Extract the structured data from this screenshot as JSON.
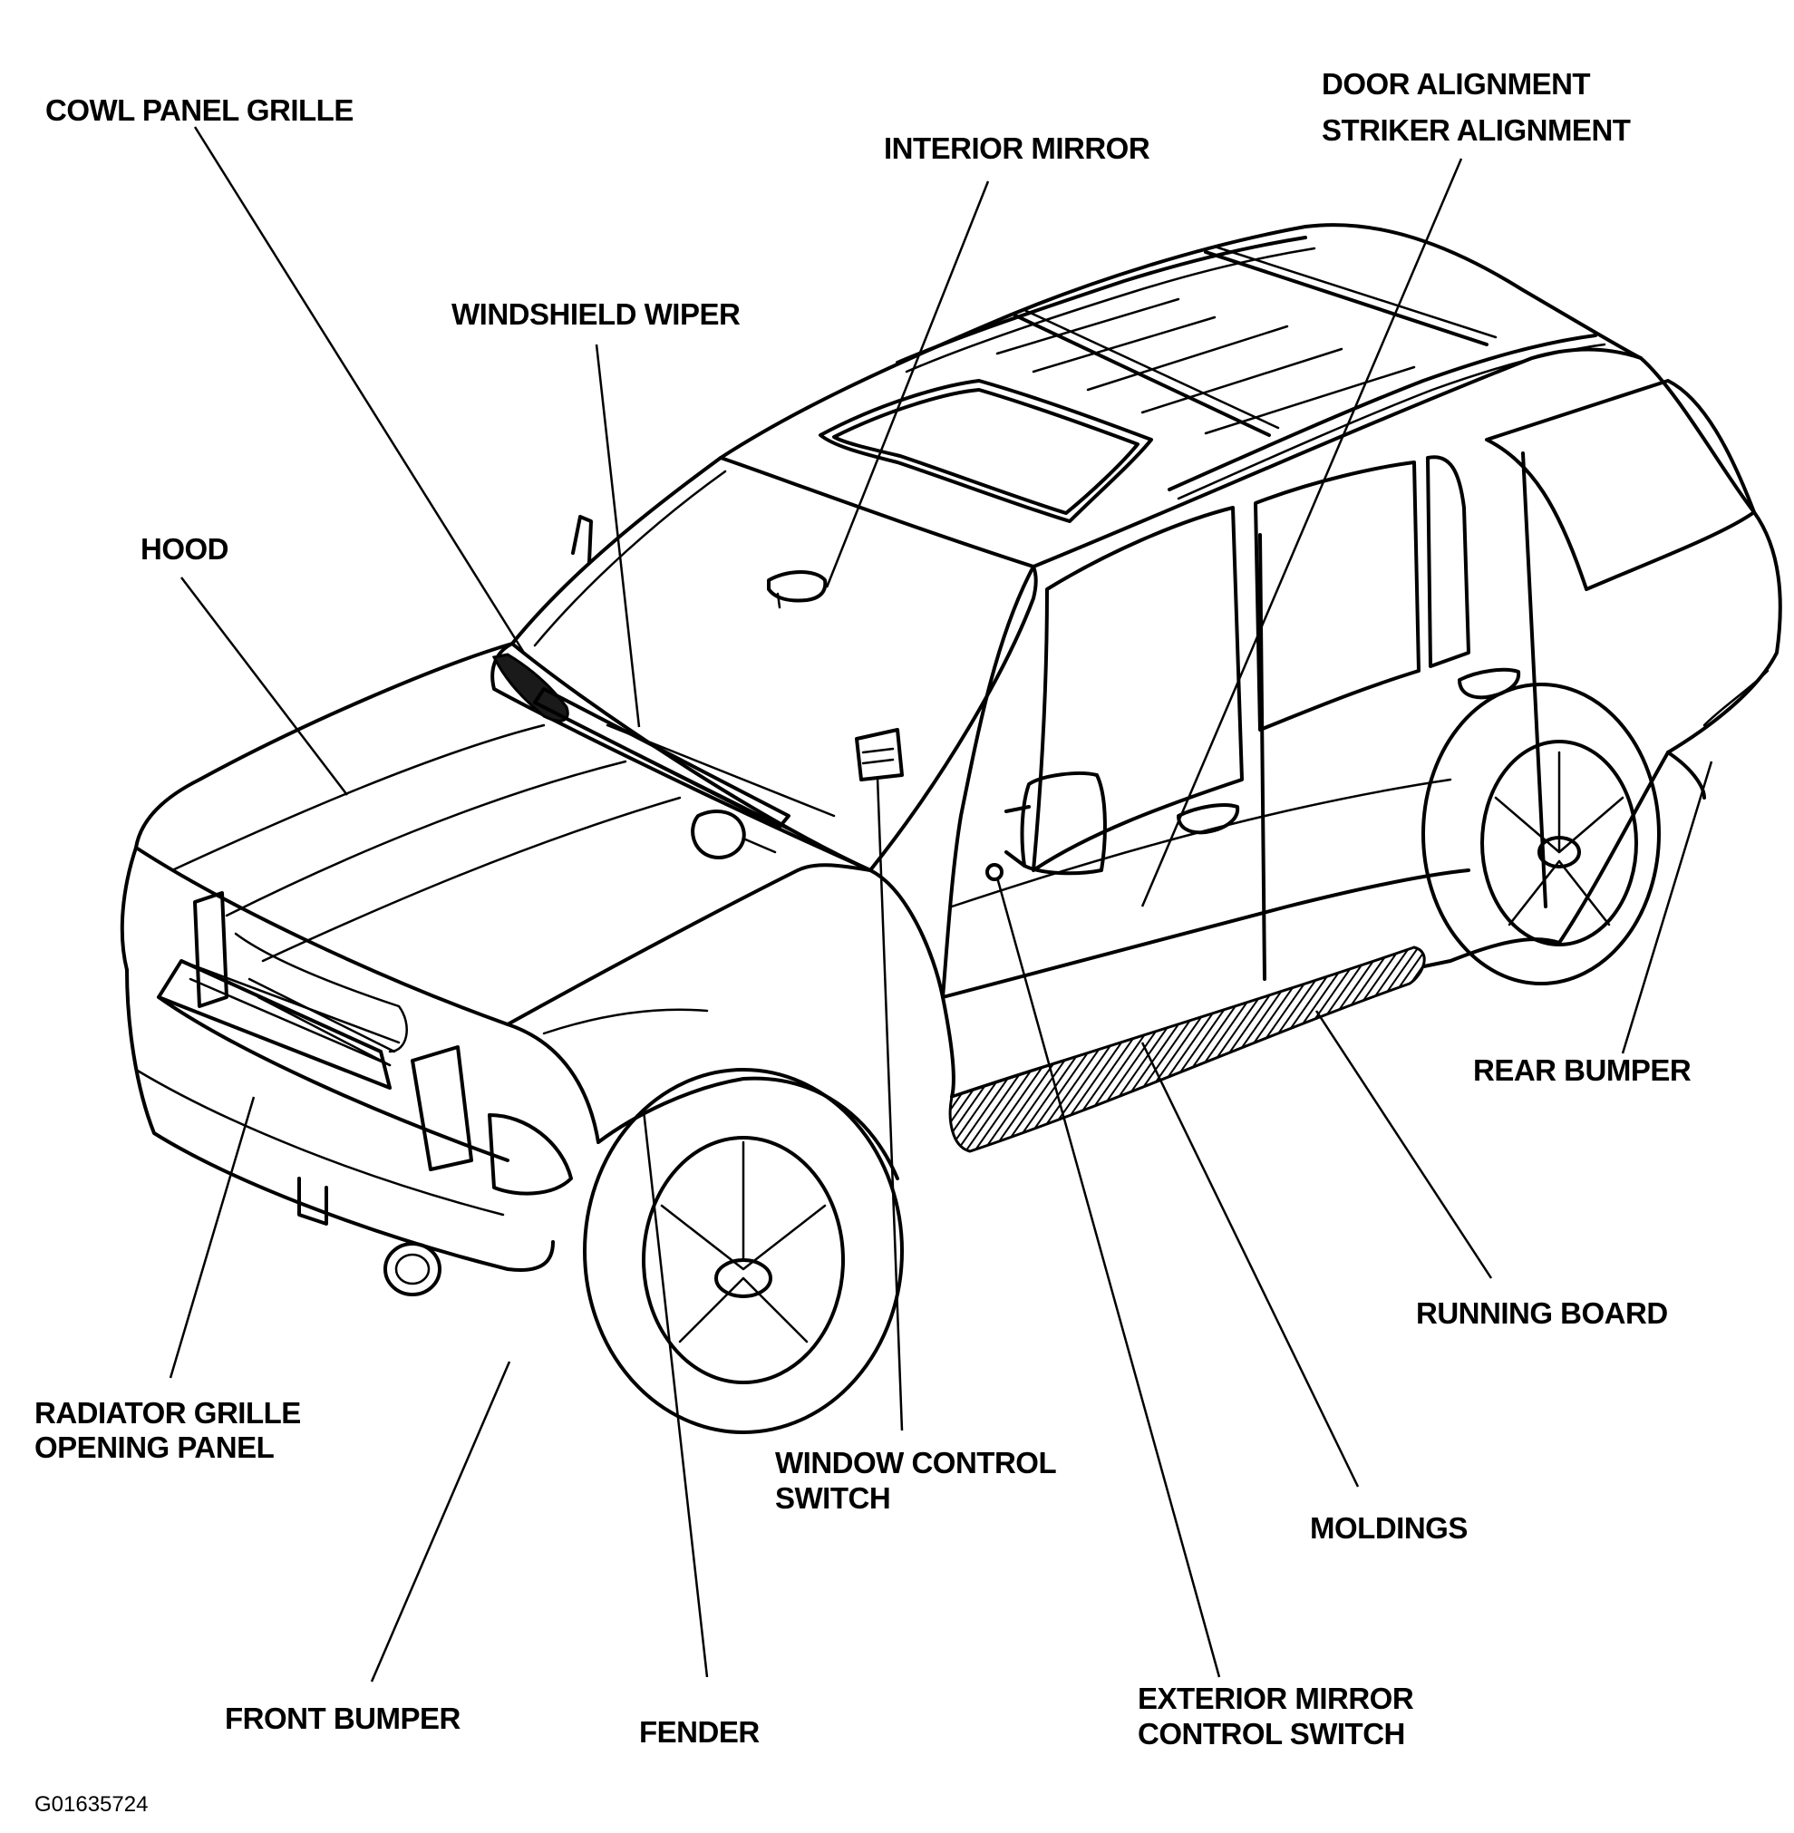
{
  "labels": {
    "cowl_panel_grille": "COWL PANEL GRILLE",
    "door_alignment": "DOOR ALIGNMENT",
    "striker_alignment": "STRIKER ALIGNMENT",
    "interior_mirror": "INTERIOR MIRROR",
    "windshield_wiper": "WINDSHIELD WIPER",
    "hood": "HOOD",
    "rear_bumper": "REAR BUMPER",
    "running_board": "RUNNING BOARD",
    "radiator_grille_line1": "RADIATOR GRILLE",
    "radiator_grille_line2": "OPENING PANEL",
    "window_control_line1": "WINDOW CONTROL",
    "window_control_line2": "SWITCH",
    "moldings": "MOLDINGS",
    "front_bumper": "FRONT BUMPER",
    "fender": "FENDER",
    "exterior_mirror_line1": "EXTERIOR MIRROR",
    "exterior_mirror_line2": "CONTROL SWITCH"
  },
  "figure_id": "G01635724"
}
